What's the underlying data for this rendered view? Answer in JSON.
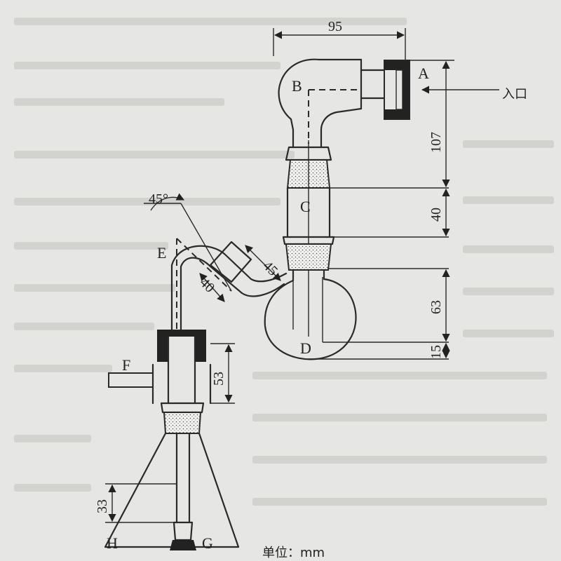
{
  "labels": {
    "A": "A",
    "B": "B",
    "C": "C",
    "D": "D",
    "E": "E",
    "F": "F",
    "G": "G",
    "H": "H"
  },
  "inlet": "入口",
  "dimensions": {
    "width_top": "95",
    "height_right": "107",
    "joint_C": "40",
    "bulb_D": "63",
    "bottom_D": "15",
    "angle": "45°",
    "arm_45": "45",
    "arm_40": "40",
    "stopper_F": "53",
    "tip_G": "33"
  },
  "unit_caption": "单位：mm"
}
